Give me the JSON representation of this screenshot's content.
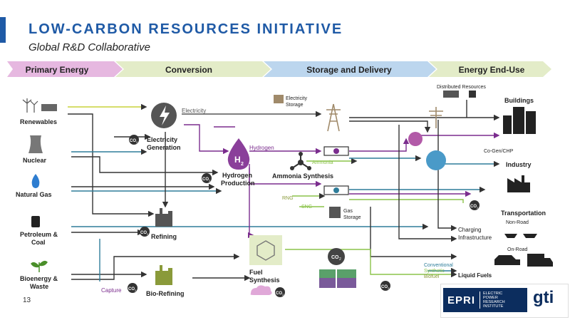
{
  "header": {
    "title": "LOW-CARBON RESOURCES INITIATIVE",
    "subtitle": "Global R&D Collaborative"
  },
  "stages": [
    {
      "label": "Primary Energy",
      "color": "#e6b8e0"
    },
    {
      "label": "Conversion",
      "color": "#e3ecc8"
    },
    {
      "label": "Storage and Delivery",
      "color": "#bcd6ee"
    },
    {
      "label": "Energy End-Use",
      "color": "#e3ecc8"
    }
  ],
  "sources": {
    "renewables": "Renewables",
    "nuclear": "Nuclear",
    "natural_gas": "Natural Gas",
    "petroleum": "Petroleum &",
    "coal": "Coal",
    "bioenergy": "Bioenergy &",
    "waste": "Waste"
  },
  "conversion": {
    "electricity_generation_1": "Electricity",
    "electricity_generation_2": "Generation",
    "hydrogen_production_1": "Hydrogen",
    "hydrogen_production_2": "Production",
    "h2_symbol": "H",
    "h2_sub": "2",
    "ammonia_synthesis": "Ammonia Synthesis",
    "refining": "Refining",
    "bio_refining": "Bio-Refining",
    "fuel_synthesis_1": "Fuel",
    "fuel_synthesis_2": "Synthesis",
    "capture": "Capture"
  },
  "flows": {
    "electricity": "Electricity",
    "hydrogen": "Hydrogen",
    "ammonia": "Ammonia",
    "rng": "RNG",
    "sng": "SNG",
    "conventional": "Conventional",
    "synthetic": "Synthetic",
    "biofuel": "Biofuel"
  },
  "storage": {
    "electricity_storage_1": "Electricity",
    "electricity_storage_2": "Storage",
    "gas_storage_1": "Gas",
    "gas_storage_2": "Storage"
  },
  "end_use": {
    "distributed_resources": "Distributed Resources",
    "buildings": "Buildings",
    "co_gen": "Co-Gen/CHP",
    "industry": "Industry",
    "transportation": "Transportation",
    "non_road": "Non-Road",
    "on_road": "On-Road",
    "charging_1": "Charging",
    "charging_2": "Infrastructure",
    "liquid_fuels": "Liquid Fuels"
  },
  "co2_label": "CO",
  "co2_sub": "2",
  "footer": {
    "page_number": "13",
    "logo_epri": "EPRI",
    "logo_epri_sub": "ELECTRIC POWER RESEARCH INSTITUTE",
    "logo_gti": "gti"
  },
  "colors": {
    "brand_blue": "#1f5aa6",
    "purple": "#7b2d8e",
    "green": "#8bc34a",
    "teal": "#2e7d9a",
    "navy": "#0c2d5e"
  }
}
